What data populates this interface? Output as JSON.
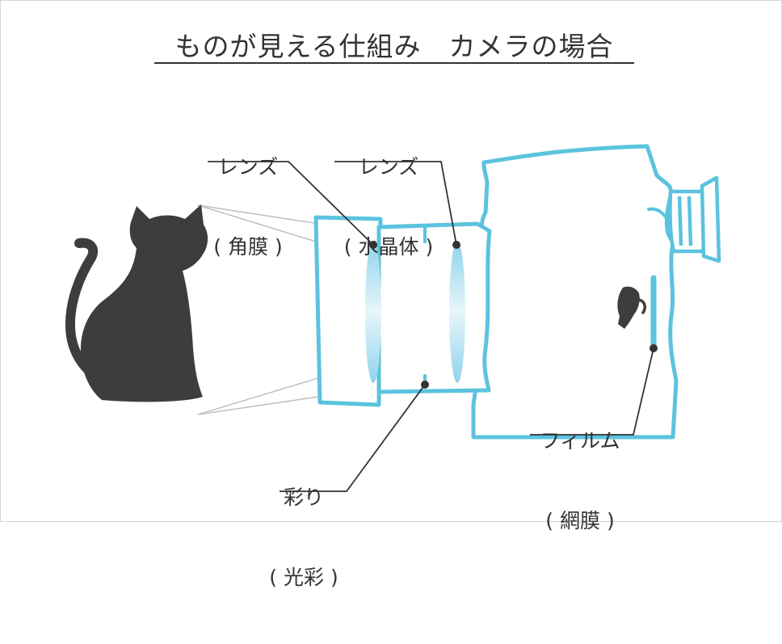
{
  "title": "ものが見える仕組み　カメラの場合",
  "labels": {
    "cornea": {
      "line1": "レンズ",
      "line2": "( 角膜 )"
    },
    "crystalline_lens": {
      "line1": "レンズ",
      "line2": "( 水晶体 )"
    },
    "aperture": {
      "line1": "彩り",
      "line2": "( 光彩 )"
    },
    "film": {
      "line1": "フィルム",
      "line2": "( 網膜 )"
    }
  },
  "colors": {
    "camera": "#5bc3de",
    "lens_fill": "#a9dcec",
    "subject": "#3d3d3d",
    "text": "#333333",
    "ray": "#bdbdbd"
  },
  "icons": [
    "cat-silhouette",
    "inverted-cat-image",
    "camera-outline",
    "lens-element"
  ]
}
